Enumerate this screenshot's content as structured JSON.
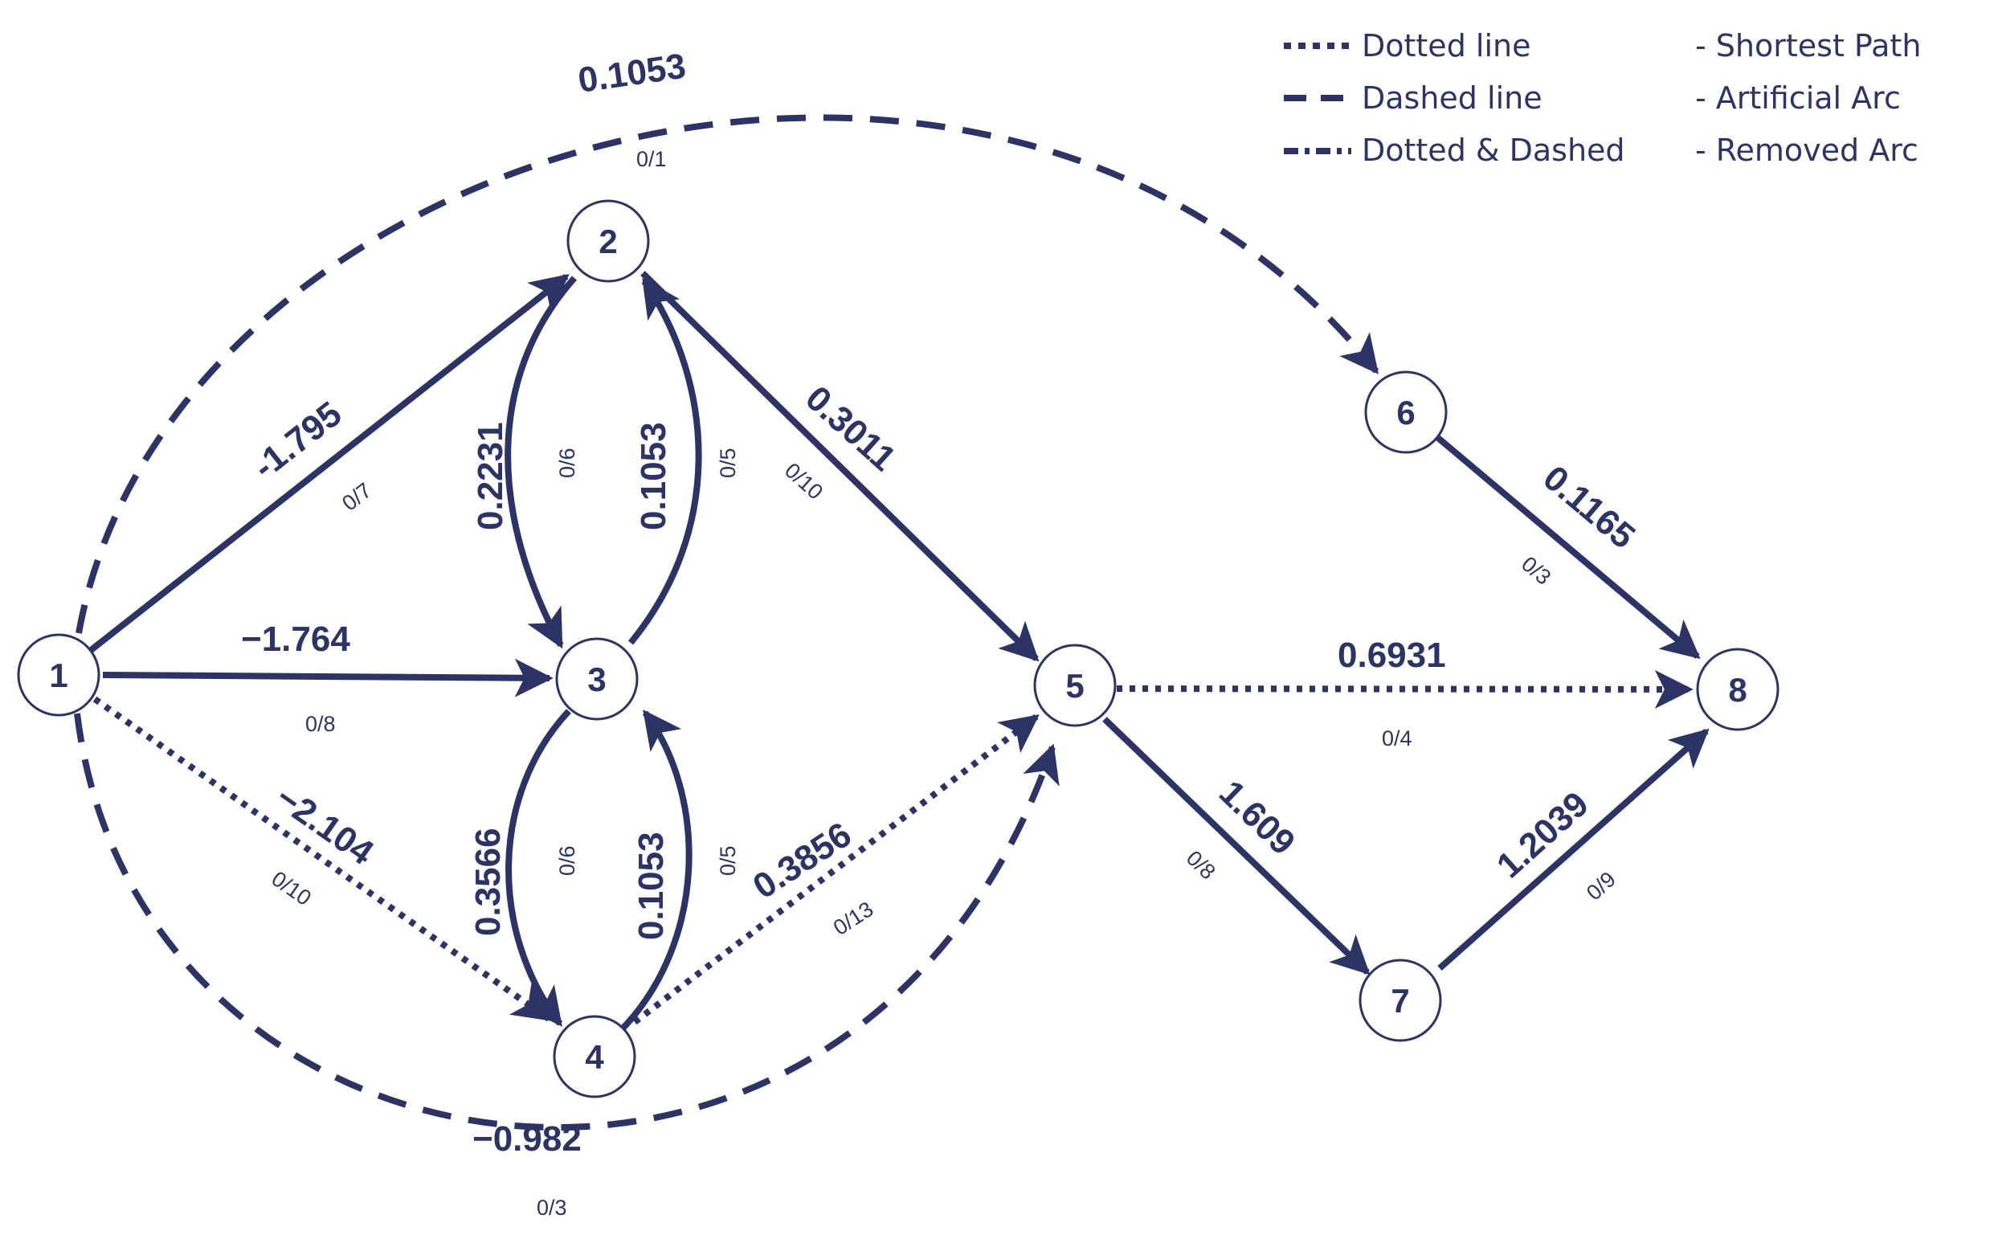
{
  "colors": {
    "ink": "#2b3464",
    "background": "#ffffff"
  },
  "legend": [
    {
      "style": "dotted",
      "name": "Dotted line",
      "meaning": "- Shortest Path"
    },
    {
      "style": "dashed",
      "name": "Dashed line",
      "meaning": "- Artificial Arc"
    },
    {
      "style": "dotdash",
      "name": "Dotted & Dashed",
      "meaning": "- Removed Arc"
    }
  ],
  "nodes": [
    {
      "id": "1",
      "label": "1"
    },
    {
      "id": "2",
      "label": "2"
    },
    {
      "id": "3",
      "label": "3"
    },
    {
      "id": "4",
      "label": "4"
    },
    {
      "id": "5",
      "label": "5"
    },
    {
      "id": "6",
      "label": "6"
    },
    {
      "id": "7",
      "label": "7"
    },
    {
      "id": "8",
      "label": "8"
    }
  ],
  "edges": [
    {
      "id": "e12",
      "from": "1",
      "to": "2",
      "style": "solid",
      "weight": "-1.795",
      "flow": "0/7"
    },
    {
      "id": "e13",
      "from": "1",
      "to": "3",
      "style": "solid",
      "weight": "−1.764",
      "flow": "0/8"
    },
    {
      "id": "e14",
      "from": "1",
      "to": "4",
      "style": "dotted",
      "weight": "−2.104",
      "flow": "0/10"
    },
    {
      "id": "e16",
      "from": "1",
      "to": "6",
      "style": "dashed",
      "weight": "0.1053",
      "flow": "0/1"
    },
    {
      "id": "e15",
      "from": "1",
      "to": "5",
      "style": "dashed",
      "weight": "−0.982",
      "flow": "0/3"
    },
    {
      "id": "e23",
      "from": "2",
      "to": "3",
      "style": "solid",
      "weight": "0.2231",
      "flow": "0/6"
    },
    {
      "id": "e32",
      "from": "3",
      "to": "2",
      "style": "solid",
      "weight": "0.1053",
      "flow": "0/5"
    },
    {
      "id": "e25",
      "from": "2",
      "to": "5",
      "style": "solid",
      "weight": "0.3011",
      "flow": "0/10"
    },
    {
      "id": "e34",
      "from": "3",
      "to": "4",
      "style": "solid",
      "weight": "0.3566",
      "flow": "0/6"
    },
    {
      "id": "e43",
      "from": "4",
      "to": "3",
      "style": "solid",
      "weight": "0.1053",
      "flow": "0/5"
    },
    {
      "id": "e45",
      "from": "4",
      "to": "5",
      "style": "dotted",
      "weight": "0.3856",
      "flow": "0/13"
    },
    {
      "id": "e58",
      "from": "5",
      "to": "8",
      "style": "dotted",
      "weight": "0.6931",
      "flow": "0/4"
    },
    {
      "id": "e57",
      "from": "5",
      "to": "7",
      "style": "solid",
      "weight": "1.609",
      "flow": "0/8"
    },
    {
      "id": "e68",
      "from": "6",
      "to": "8",
      "style": "solid",
      "weight": "0.1165",
      "flow": "0/3"
    },
    {
      "id": "e78",
      "from": "7",
      "to": "8",
      "style": "solid",
      "weight": "1.2039",
      "flow": "0/9"
    }
  ]
}
